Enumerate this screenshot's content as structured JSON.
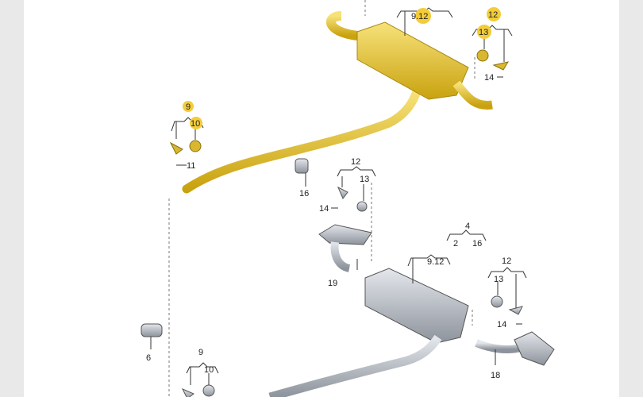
{
  "diagram": {
    "title": "Exhaust system parts diagram",
    "highlight_color": "#f3cc3a",
    "part_color_highlight": "#e8c53a",
    "part_color_normal": "#b9bec6",
    "top_assembly": {
      "labels": {
        "muffler_ref": "9.12",
        "bracket_group": "12",
        "rubber_mount": "13",
        "bolt": "14",
        "hanger_group": "9",
        "hanger_rubber": "10",
        "hanger_bolt": "11",
        "clamp": "16"
      }
    },
    "middle_parts": {
      "labels": {
        "group": "12",
        "mount": "13",
        "bolt": "14"
      }
    },
    "bottom_assembly": {
      "labels": {
        "kit": "4",
        "gasket": "2",
        "clamp": "16",
        "muffler_ref": "9.12",
        "tail_pipe_left": "19",
        "group": "12",
        "mount": "13",
        "bolt": "14",
        "connector": "6",
        "tail_pipe_right": "18",
        "hanger_group": "9",
        "hanger_rubber": "10"
      }
    }
  }
}
